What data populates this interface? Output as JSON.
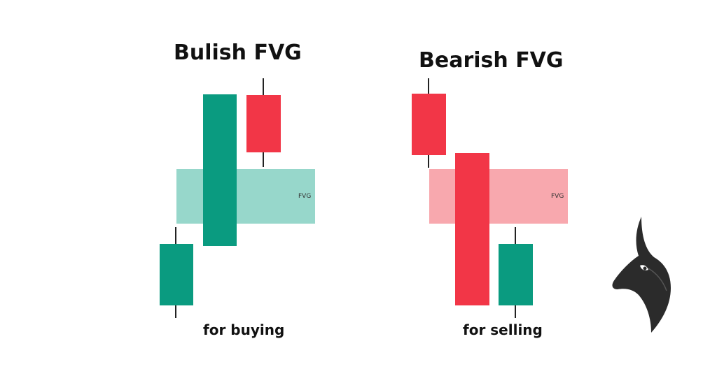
{
  "colors": {
    "bullish": "#0a9b80",
    "bearish": "#f23647",
    "bullish_zone": "#97d7cb",
    "bearish_zone": "#f8a8ae",
    "logo": "#2b2b2b"
  },
  "bullish": {
    "title": "Bulish FVG",
    "zone_label": "FVG",
    "caption": "for buying"
  },
  "bearish": {
    "title": "Bearish FVG",
    "zone_label": "FVG",
    "caption": "for selling"
  },
  "logo": {
    "icon": "bull-head-icon"
  }
}
